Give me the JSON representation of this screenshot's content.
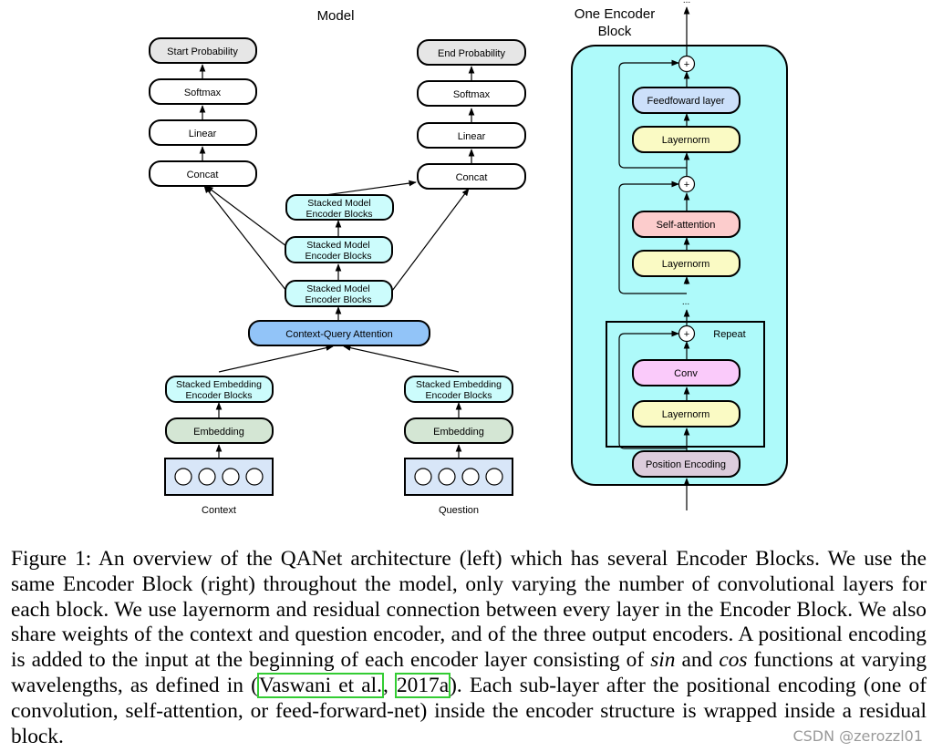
{
  "model": {
    "title": "Model",
    "start_probability": "Start Probability",
    "end_probability": "End Probability",
    "softmax": "Softmax",
    "linear": "Linear",
    "concat": "Concat",
    "stacked_model_line1": "Stacked Model",
    "stacked_model_line2": "Encoder Blocks",
    "context_query_attention": "Context-Query Attention",
    "stacked_embedding_line1": "Stacked Embedding",
    "stacked_embedding_line2": "Encoder Blocks",
    "embedding": "Embedding",
    "context": "Context",
    "question": "Question"
  },
  "encoder_block": {
    "title_line1": "One Encoder",
    "title_line2": "Block",
    "feedforward": "Feedfoward layer",
    "layernorm": "Layernorm",
    "self_attention": "Self-attention",
    "conv": "Conv",
    "position_encoding": "Position Encoding",
    "repeat": "Repeat",
    "plus": "+",
    "ellipsis": "..."
  },
  "caption": {
    "part1": "Figure 1: An overview of the QANet architecture (left) which has several Encoder Blocks. We use the same Encoder Block (right) throughout the model, only varying the number of convolutional layers for each block. We use layernorm and residual connection between every layer in the Encoder Block. We also share weights of the context and question encoder, and of the three output encoders. A positional encoding is added to the input at the beginning of each encoder layer consisting of ",
    "sin": "sin",
    "and": " and ",
    "cos": "cos",
    "part2": " functions at varying wavelengths, as defined in ",
    "open_paren": "(",
    "cite_author": "Vaswani et al.",
    "comma": ", ",
    "cite_year": "2017a",
    "part3": "). Each sub-layer after the positional encoding (one of convolution, self-attention, or feed-forward-net) inside the encoder structure is wrapped inside a residual block."
  },
  "watermark": "CSDN @zerozzl01",
  "colors": {
    "probability_fill": "#e6e6e6",
    "stacked_fill": "#ccfcfc",
    "attention_fill": "#92c4f8",
    "embedding_fill": "#d4e6d4",
    "input_fill": "#d8e6f8",
    "encoder_bg": "#aefafa",
    "feedforward_fill": "#cce0fa",
    "layernorm_fill": "#fafac4",
    "self_attention_fill": "#fccccc",
    "conv_fill": "#facafa",
    "position_fill": "#dcccdc"
  }
}
